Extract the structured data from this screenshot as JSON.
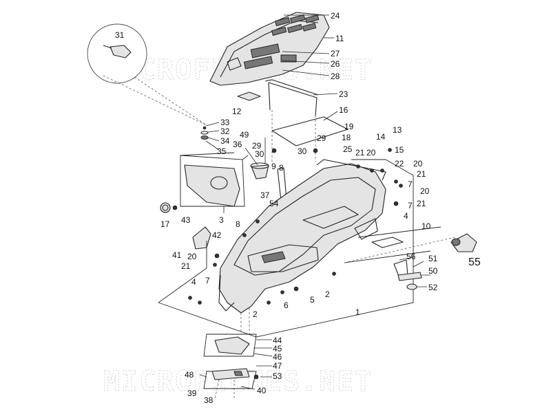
{
  "watermark": "MICROFICHES.NET",
  "labels": [
    {
      "id": "24",
      "text": "24"
    },
    {
      "id": "11",
      "text": "11"
    },
    {
      "id": "27",
      "text": "27"
    },
    {
      "id": "26",
      "text": "26"
    },
    {
      "id": "28",
      "text": "28"
    },
    {
      "id": "23",
      "text": "23"
    },
    {
      "id": "12",
      "text": "12"
    },
    {
      "id": "16",
      "text": "16"
    },
    {
      "id": "31",
      "text": "31"
    },
    {
      "id": "33",
      "text": "33"
    },
    {
      "id": "32",
      "text": "32"
    },
    {
      "id": "34",
      "text": "34"
    },
    {
      "id": "35",
      "text": "35"
    },
    {
      "id": "49",
      "text": "49"
    },
    {
      "id": "36",
      "text": "36"
    },
    {
      "id": "29a",
      "text": "29"
    },
    {
      "id": "30a",
      "text": "30"
    },
    {
      "id": "29b",
      "text": "29"
    },
    {
      "id": "30b",
      "text": "30"
    },
    {
      "id": "19",
      "text": "19"
    },
    {
      "id": "18",
      "text": "18"
    },
    {
      "id": "14",
      "text": "14"
    },
    {
      "id": "13",
      "text": "13"
    },
    {
      "id": "15",
      "text": "15"
    },
    {
      "id": "25",
      "text": "25"
    },
    {
      "id": "21a",
      "text": "21"
    },
    {
      "id": "20a",
      "text": "20"
    },
    {
      "id": "22",
      "text": "22"
    },
    {
      "id": "20b",
      "text": "20"
    },
    {
      "id": "21b",
      "text": "21"
    },
    {
      "id": "7a",
      "text": "7"
    },
    {
      "id": "20c",
      "text": "20"
    },
    {
      "id": "21c",
      "text": "21"
    },
    {
      "id": "7b",
      "text": "7"
    },
    {
      "id": "9",
      "text": "9"
    },
    {
      "id": "8a",
      "text": "8"
    },
    {
      "id": "37",
      "text": "37"
    },
    {
      "id": "54",
      "text": "54"
    },
    {
      "id": "3",
      "text": "3"
    },
    {
      "id": "17",
      "text": "17"
    },
    {
      "id": "43",
      "text": "43"
    },
    {
      "id": "8b",
      "text": "8"
    },
    {
      "id": "4a",
      "text": "4"
    },
    {
      "id": "10",
      "text": "10"
    },
    {
      "id": "42",
      "text": "42"
    },
    {
      "id": "41",
      "text": "41"
    },
    {
      "id": "20d",
      "text": "20"
    },
    {
      "id": "21d",
      "text": "21"
    },
    {
      "id": "7c",
      "text": "7"
    },
    {
      "id": "4b",
      "text": "4"
    },
    {
      "id": "5",
      "text": "5"
    },
    {
      "id": "2a",
      "text": "2"
    },
    {
      "id": "6",
      "text": "6"
    },
    {
      "id": "2b",
      "text": "2"
    },
    {
      "id": "1",
      "text": "1"
    },
    {
      "id": "55",
      "text": "55"
    },
    {
      "id": "56",
      "text": "56"
    },
    {
      "id": "51",
      "text": "51"
    },
    {
      "id": "50",
      "text": "50"
    },
    {
      "id": "52",
      "text": "52"
    },
    {
      "id": "44",
      "text": "44"
    },
    {
      "id": "45",
      "text": "45"
    },
    {
      "id": "46",
      "text": "46"
    },
    {
      "id": "47",
      "text": "47"
    },
    {
      "id": "48",
      "text": "48"
    },
    {
      "id": "53",
      "text": "53"
    },
    {
      "id": "39",
      "text": "39"
    },
    {
      "id": "40",
      "text": "40"
    },
    {
      "id": "38",
      "text": "38"
    }
  ]
}
